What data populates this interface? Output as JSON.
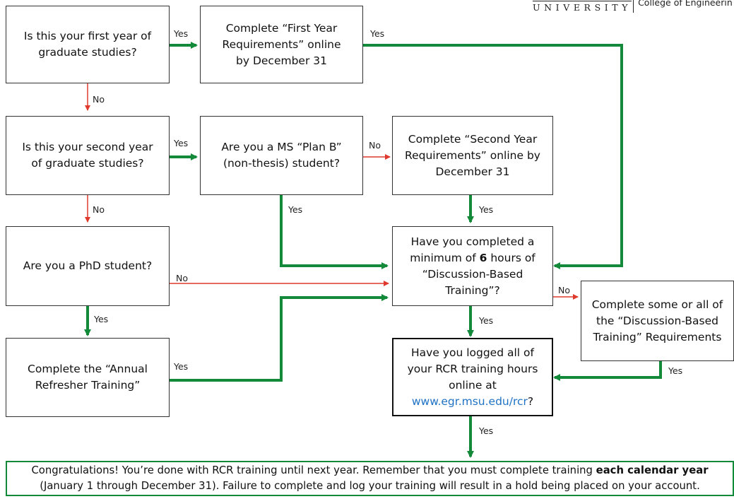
{
  "header": {
    "university": "UNIVERSITY",
    "college": "College of Engineerin"
  },
  "nodes": {
    "q_first_year": [
      "Is this your first year of",
      "graduate studies?"
    ],
    "first_year_req": [
      "Complete “First Year",
      "Requirements” online",
      "by December 31"
    ],
    "q_second_year": [
      "Is this your second year",
      "of graduate studies?"
    ],
    "q_plan_b": [
      "Are you a MS “Plan B”",
      "(non-thesis) student?"
    ],
    "second_year_req": [
      "Complete “Second Year",
      "Requirements” online by",
      "December 31"
    ],
    "q_phd": [
      "Are you a PhD student?"
    ],
    "q_discussion": {
      "l1": "Have you completed a",
      "l2_pre": "minimum of ",
      "l2_bold": "6",
      "l2_post": " hours of",
      "l3": "“Discussion-Based",
      "l4": "Training”?"
    },
    "discussion_req": [
      "Complete some or all of",
      "the “Discussion-Based",
      "Training” Requirements"
    ],
    "annual_refresher": [
      "Complete the “Annual",
      "Refresher Training”"
    ],
    "q_logged": {
      "l1": "Have you logged all of",
      "l2": "your RCR training hours",
      "l3": "online at",
      "link": "www.egr.msu.edu/rcr",
      "suffix": "?"
    }
  },
  "edge_labels": {
    "yes": "Yes",
    "no": "No"
  },
  "footer": {
    "line1_pre": "Congratulations! You’re done with RCR training until next year. Remember that you must complete training ",
    "line1_bold": "each calendar year",
    "line2": "(January 1 through December 31). Failure to complete and log your training will result in a hold being placed on your account."
  },
  "colors": {
    "yes_edge": "#138a3a",
    "no_edge": "#e03a2f",
    "link": "#1f72c4"
  }
}
